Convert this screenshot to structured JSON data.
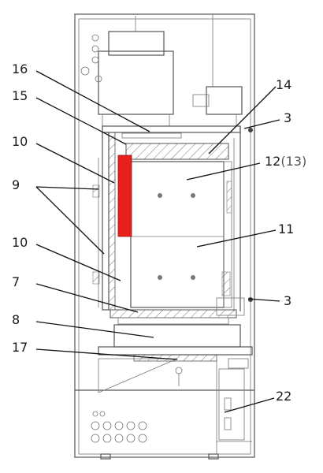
{
  "colors": {
    "highlight": "#e8201c",
    "line": "#555555",
    "label": "#1a1a1a"
  },
  "labels": {
    "l16": "16",
    "l15": "15",
    "l10a": "10",
    "l9": "9",
    "l10b": "10",
    "l7": "7",
    "l8": "8",
    "l17": "17",
    "l14": "14",
    "l3a": "3",
    "l12": "12",
    "l12sub": "(13)",
    "l11": "11",
    "l3b": "3",
    "l22": "22"
  }
}
